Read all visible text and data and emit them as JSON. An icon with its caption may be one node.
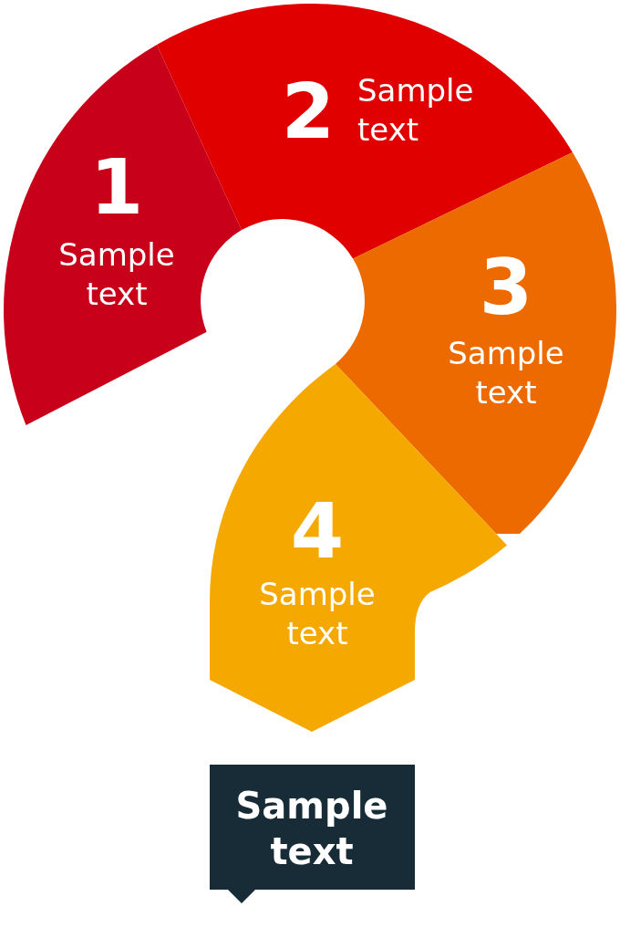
{
  "diagram": {
    "nodes": [
      {
        "text": [
          "1",
          "Sample text"
        ]
      },
      {
        "text": [
          "2",
          "Sample text"
        ]
      },
      {
        "text": [
          "3",
          "Sample text"
        ]
      },
      {
        "text": [
          "4",
          "Sample text"
        ]
      },
      {
        "text": [
          "Sample text"
        ]
      }
    ]
  }
}
